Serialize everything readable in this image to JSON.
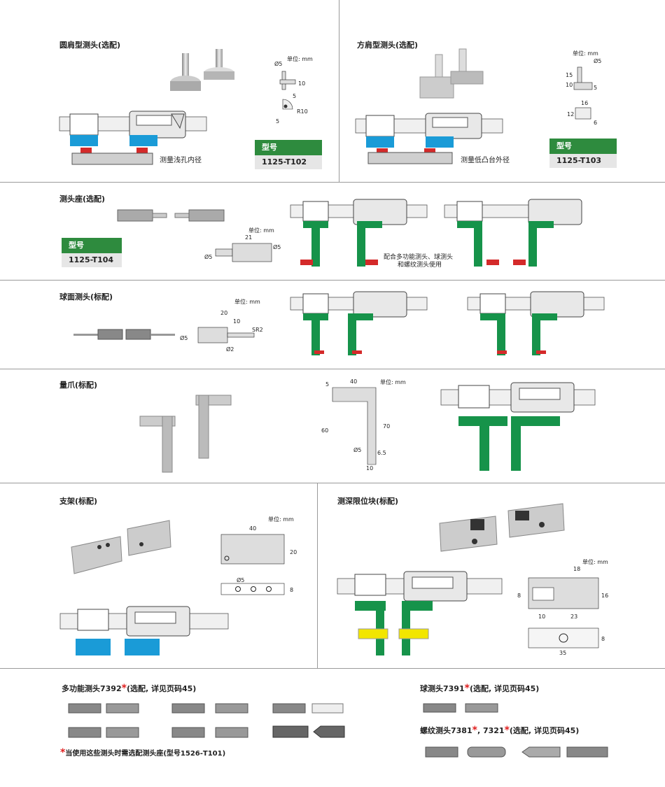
{
  "sections": {
    "round_shoulder": {
      "title": "圆肩型测头(选配)",
      "unit": "单位: mm",
      "note": "测量浅孔内径",
      "model_label": "型号",
      "model_value": "1125-T102",
      "dims": [
        "Ø5",
        "10",
        "5",
        "R10",
        "5"
      ]
    },
    "square_shoulder": {
      "title": "方肩型测头(选配)",
      "unit": "单位: mm",
      "note": "测量低凸台外径",
      "model_label": "型号",
      "model_value": "1125-T103",
      "dims": [
        "Ø5",
        "10",
        "15",
        "5",
        "16",
        "12",
        "6"
      ]
    },
    "probe_seat": {
      "title": "测头座(选配)",
      "unit": "单位: mm",
      "note_line1": "配合多功能测头、球测头",
      "note_line2": "和螺纹测头使用",
      "model_label": "型号",
      "model_value": "1125-T104",
      "dims": [
        "21",
        "Ø5",
        "Ø5"
      ]
    },
    "ball_probe_std": {
      "title": "球面测头(标配)",
      "unit": "单位: mm",
      "dims": [
        "20",
        "10",
        "SR2",
        "Ø5",
        "Ø2"
      ]
    },
    "jaw": {
      "title": "量爪(标配)",
      "unit": "单位: mm",
      "dims": [
        "5",
        "40",
        "60",
        "70",
        "Ø5",
        "6.5",
        "10"
      ]
    },
    "bracket": {
      "title": "支架(标配)",
      "unit": "单位: mm",
      "dims": [
        "40",
        "20",
        "Ø5",
        "8"
      ]
    },
    "depth_block": {
      "title": "测深限位块(标配)",
      "unit": "单位: mm",
      "dims": [
        "18",
        "8",
        "16",
        "10",
        "23",
        "8",
        "35"
      ]
    },
    "multi_probe": {
      "title_main": "多功能测头7392",
      "star": "*",
      "title_tail": "(选配, 详见页码45)",
      "footnote_star": "*",
      "footnote": "当使用这些测头时需选配测头座(型号1526-T101)"
    },
    "ball_probe_opt": {
      "title_main": "球测头7391",
      "star": "*",
      "title_tail": "(选配, 详见页码45)"
    },
    "thread_probe": {
      "title_a": "螺纹测头7381",
      "star1": "*",
      "title_b": ", 7321",
      "star2": "*",
      "title_tail": "(选配, 详见页码45)"
    }
  },
  "colors": {
    "green": "#16934a",
    "blue": "#1a9bd7",
    "red": "#d42a2a",
    "yellow": "#f2e600",
    "model_green": "#2e8b3e"
  }
}
